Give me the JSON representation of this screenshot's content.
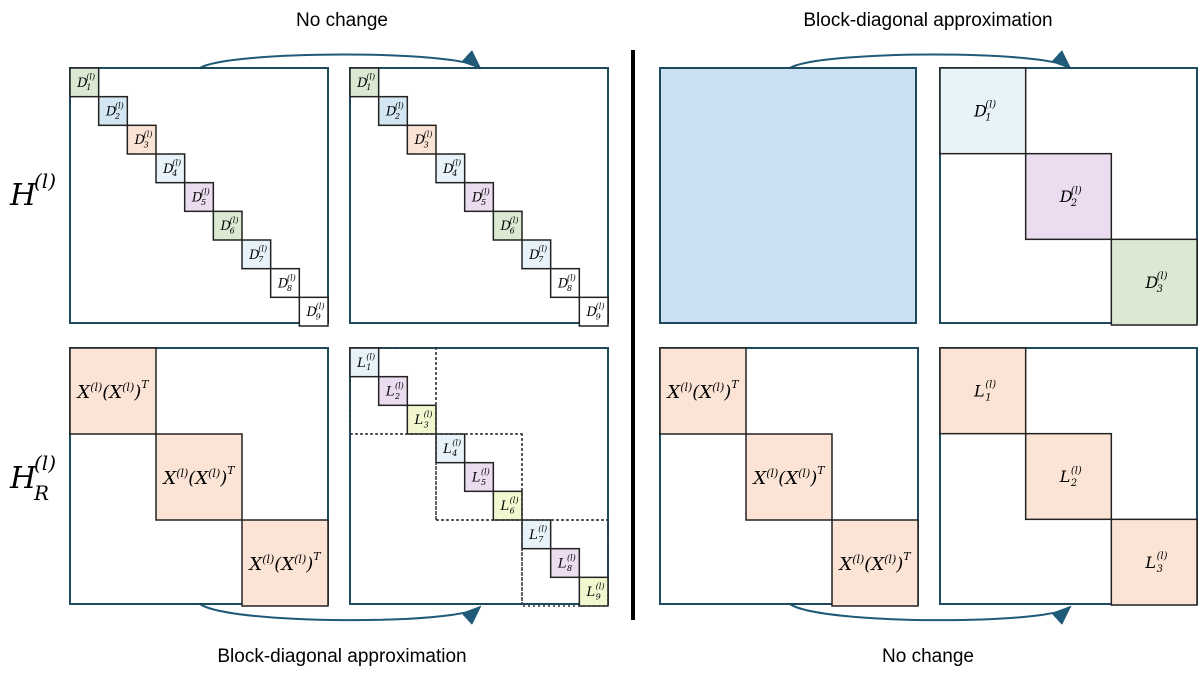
{
  "captions": {
    "top_left": "No change",
    "top_right": "Block-diagonal approximation",
    "bottom_left": "Block-diagonal approximation",
    "bottom_right": "No change"
  },
  "row_labels": {
    "top": {
      "base": "H",
      "sup": "(l)",
      "sub": ""
    },
    "bottom": {
      "base": "H",
      "sup": "(l)",
      "sub": "R"
    }
  },
  "colors": {
    "frame": "#1f4a5e",
    "dense_fill": "#c9dff2",
    "green": "#dbe9d2",
    "blue": "#d3e7f3",
    "peach": "#fbe4d5",
    "violet": "#ecdcef",
    "lightblue": "#e7f3f8",
    "yellow": "#f3f7cf",
    "divider": "#000000"
  },
  "panels": {
    "top_left_blocks": [
      {
        "base": "D",
        "sub": "1",
        "sup": "(l)",
        "fill": "green"
      },
      {
        "base": "D",
        "sub": "2",
        "sup": "(l)",
        "fill": "blue"
      },
      {
        "base": "D",
        "sub": "3",
        "sup": "(l)",
        "fill": "peach"
      },
      {
        "base": "D",
        "sub": "4",
        "sup": "(l)",
        "fill": "lightblue"
      },
      {
        "base": "D",
        "sub": "5",
        "sup": "(l)",
        "fill": "violet"
      },
      {
        "base": "D",
        "sub": "6",
        "sup": "(l)",
        "fill": "green"
      },
      {
        "base": "D",
        "sub": "7",
        "sup": "(l)",
        "fill": "lightblue"
      },
      {
        "base": "D",
        "sub": "8",
        "sup": "(l)",
        "fill": "white"
      },
      {
        "base": "D",
        "sub": "9",
        "sup": "(l)",
        "fill": "white"
      }
    ],
    "top_mid_blocks": [
      {
        "base": "D",
        "sub": "1",
        "sup": "(l)",
        "fill": "green"
      },
      {
        "base": "D",
        "sub": "2",
        "sup": "(l)",
        "fill": "blue"
      },
      {
        "base": "D",
        "sub": "3",
        "sup": "(l)",
        "fill": "peach"
      },
      {
        "base": "D",
        "sub": "4",
        "sup": "(l)",
        "fill": "lightblue"
      },
      {
        "base": "D",
        "sub": "5",
        "sup": "(l)",
        "fill": "violet"
      },
      {
        "base": "D",
        "sub": "6",
        "sup": "(l)",
        "fill": "green"
      },
      {
        "base": "D",
        "sub": "7",
        "sup": "(l)",
        "fill": "lightblue"
      },
      {
        "base": "D",
        "sub": "8",
        "sup": "(l)",
        "fill": "white"
      },
      {
        "base": "D",
        "sub": "9",
        "sup": "(l)",
        "fill": "white"
      }
    ],
    "top_right_blocks": [
      {
        "base": "D",
        "sub": "1",
        "sup": "(l)",
        "fill": "lightblue"
      },
      {
        "base": "D",
        "sub": "2",
        "sup": "(l)",
        "fill": "violet"
      },
      {
        "base": "D",
        "sub": "3",
        "sup": "(l)",
        "fill": "green"
      }
    ],
    "bottom_left_blocks": [
      {
        "label": "X(l)(X(l))T",
        "fill": "peach"
      },
      {
        "label": "X(l)(X(l))T",
        "fill": "peach"
      },
      {
        "label": "X(l)(X(l))T",
        "fill": "peach"
      }
    ],
    "bottom_mid_blocks": [
      {
        "base": "L",
        "sub": "1",
        "sup": "(l)",
        "fill": "lightblue"
      },
      {
        "base": "L",
        "sub": "2",
        "sup": "(l)",
        "fill": "violet"
      },
      {
        "base": "L",
        "sub": "3",
        "sup": "(l)",
        "fill": "yellow"
      },
      {
        "base": "L",
        "sub": "4",
        "sup": "(l)",
        "fill": "lightblue"
      },
      {
        "base": "L",
        "sub": "5",
        "sup": "(l)",
        "fill": "violet"
      },
      {
        "base": "L",
        "sub": "6",
        "sup": "(l)",
        "fill": "yellow"
      },
      {
        "base": "L",
        "sub": "7",
        "sup": "(l)",
        "fill": "lightblue"
      },
      {
        "base": "L",
        "sub": "8",
        "sup": "(l)",
        "fill": "violet"
      },
      {
        "base": "L",
        "sub": "9",
        "sup": "(l)",
        "fill": "yellow"
      }
    ],
    "bottom_right_left_blocks": [
      {
        "label": "X(l)(X(l))T",
        "fill": "peach"
      },
      {
        "label": "X(l)(X(l))T",
        "fill": "peach"
      },
      {
        "label": "X(l)(X(l))T",
        "fill": "peach"
      }
    ],
    "bottom_right_blocks": [
      {
        "base": "L",
        "sub": "1",
        "sup": "(l)",
        "fill": "peach"
      },
      {
        "base": "L",
        "sub": "2",
        "sup": "(l)",
        "fill": "peach"
      },
      {
        "base": "L",
        "sub": "3",
        "sup": "(l)",
        "fill": "peach"
      }
    ]
  }
}
